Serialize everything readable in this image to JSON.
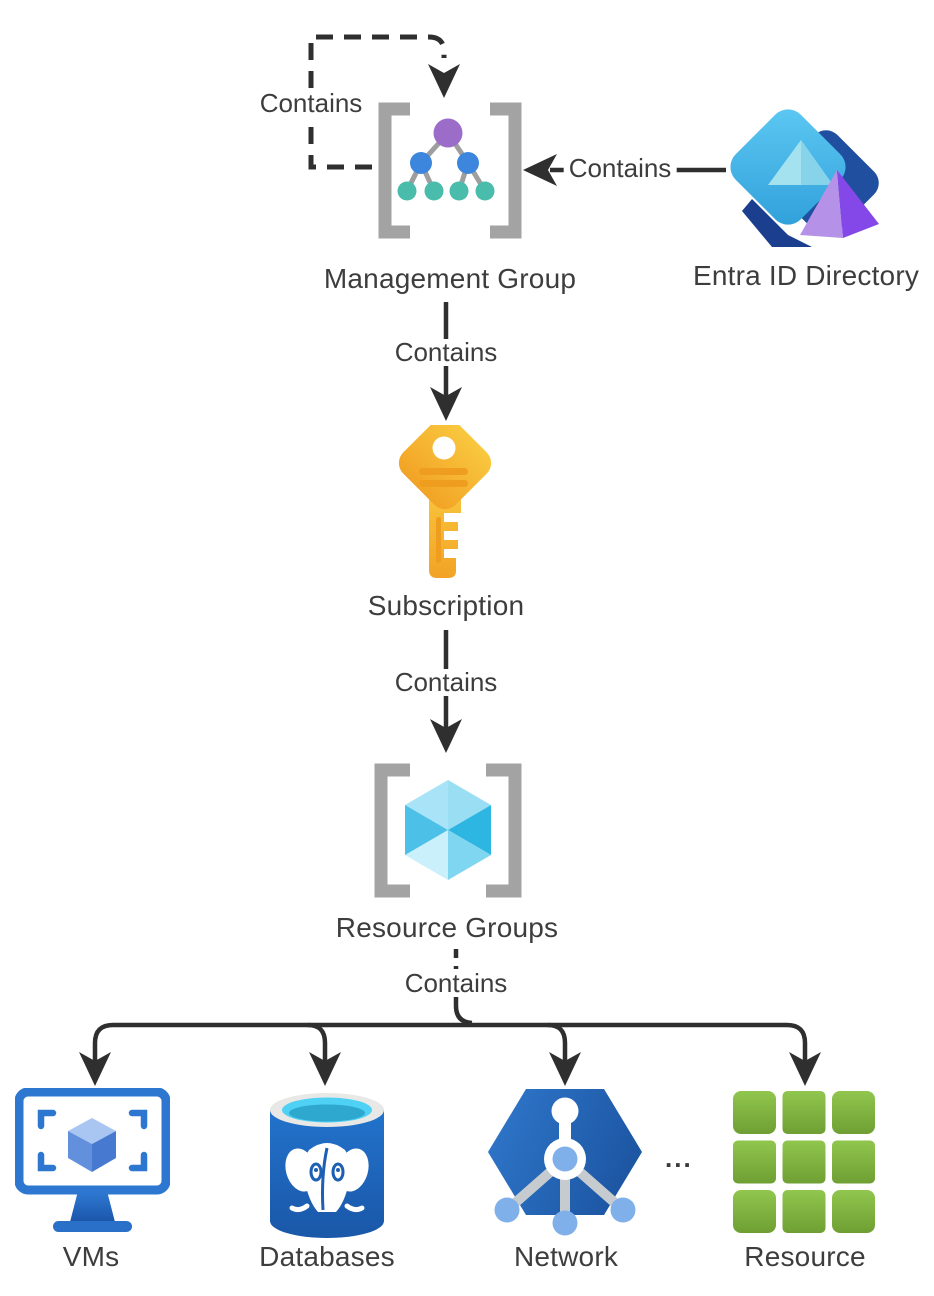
{
  "diagram": {
    "type": "hierarchy-diagram",
    "nodes": {
      "management_group": {
        "label": "Management Group"
      },
      "entra_id": {
        "label": "Entra ID Directory"
      },
      "subscription": {
        "label": "Subscription"
      },
      "resource_groups": {
        "label": "Resource Groups"
      },
      "vms": {
        "label": "VMs"
      },
      "databases": {
        "label": "Databases"
      },
      "network": {
        "label": "Network"
      },
      "resource": {
        "label": "Resource"
      }
    },
    "edges": {
      "mg_self_contains": {
        "label": "Contains",
        "style": "dashed",
        "from": "management_group",
        "to": "management_group"
      },
      "entra_contains_mg": {
        "label": "Contains",
        "style": "solid",
        "from": "entra_id",
        "to": "management_group"
      },
      "mg_contains_sub": {
        "label": "Contains",
        "style": "solid",
        "from": "management_group",
        "to": "subscription"
      },
      "sub_contains_rg": {
        "label": "Contains",
        "style": "solid",
        "from": "subscription",
        "to": "resource_groups"
      },
      "rg_contains_children": {
        "label": "Contains",
        "style": "solid",
        "from": "resource_groups",
        "to": "vms, databases, network, resource"
      }
    },
    "ellipsis": "...",
    "colors": {
      "line": "#2f2f2f",
      "text": "#3d3d3d",
      "bracket_gray": "#a3a3a3",
      "mg_root_purple": "#9b6cc8",
      "mg_mid_blue": "#3c86dd",
      "mg_leaf_teal": "#49bcab",
      "key_gold": "#f7b733",
      "key_accent_orange": "#ef9d1e",
      "rg_cyan": "#4cc0e6",
      "vm_blue": "#2e77d0",
      "db_blue": "#1e62b8",
      "db_cyan": "#4ed1f4",
      "network_blue": "#2d6fc2",
      "resource_green": "#7fb23f",
      "entra_light_blue": "#45b2e8",
      "entra_dark_blue": "#1f4f9e",
      "entra_purple": "#8447e8"
    }
  }
}
